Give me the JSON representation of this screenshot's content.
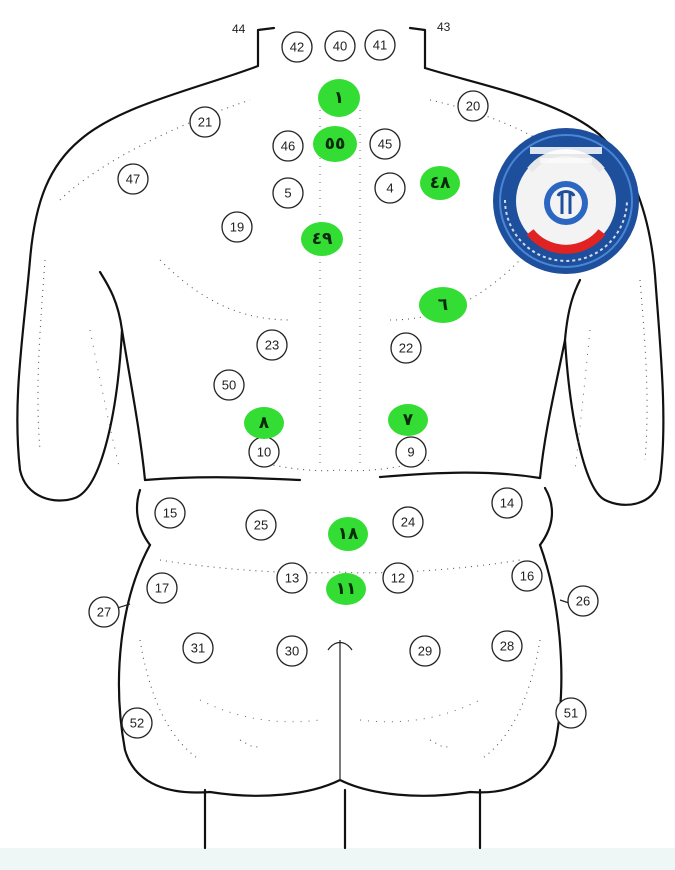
{
  "colors": {
    "acupoint_fill": "#33dd33",
    "acupoint_text": "#0b2a0b",
    "outline": "#111111"
  },
  "outside_labels": [
    "44",
    "43"
  ],
  "open_points": [
    "42",
    "40",
    "41",
    "21",
    "20",
    "46",
    "45",
    "47",
    "5",
    "4",
    "19",
    "23",
    "22",
    "50",
    "10",
    "9",
    "15",
    "25",
    "24",
    "14",
    "13",
    "12",
    "17",
    "16",
    "27",
    "26",
    "31",
    "30",
    "29",
    "28",
    "52",
    "51"
  ],
  "green_points": [
    "١",
    "٥٥",
    "٤٨",
    "٤٩",
    "٦",
    "٨",
    "٧",
    "١٨",
    "١١"
  ],
  "logo": {
    "icon": "medical-emblem-icon",
    "colors": [
      "#1d4f9c",
      "#e02222",
      "#f3f3f3"
    ]
  }
}
